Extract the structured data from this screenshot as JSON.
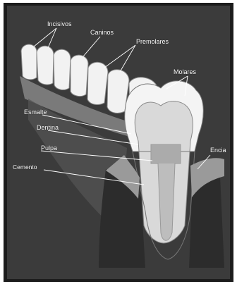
{
  "labels": {
    "incisors": "Incisivos",
    "canines": "Caninos",
    "premolars": "Premolares",
    "molars": "Molares",
    "enamel": "Esmalte",
    "dentin": "Dentina",
    "pulp": "Pulpa",
    "cementum": "Cemento",
    "gum": "Encia"
  },
  "colors": {
    "frame": "#1c1c1c",
    "background": "#3b3b3b",
    "tooth": "#f2f2f2",
    "dentin": "#d8d8d8",
    "pulp": "#bdbdbd",
    "bone": "#2e2e2e",
    "gum": "#9a9a9a"
  }
}
